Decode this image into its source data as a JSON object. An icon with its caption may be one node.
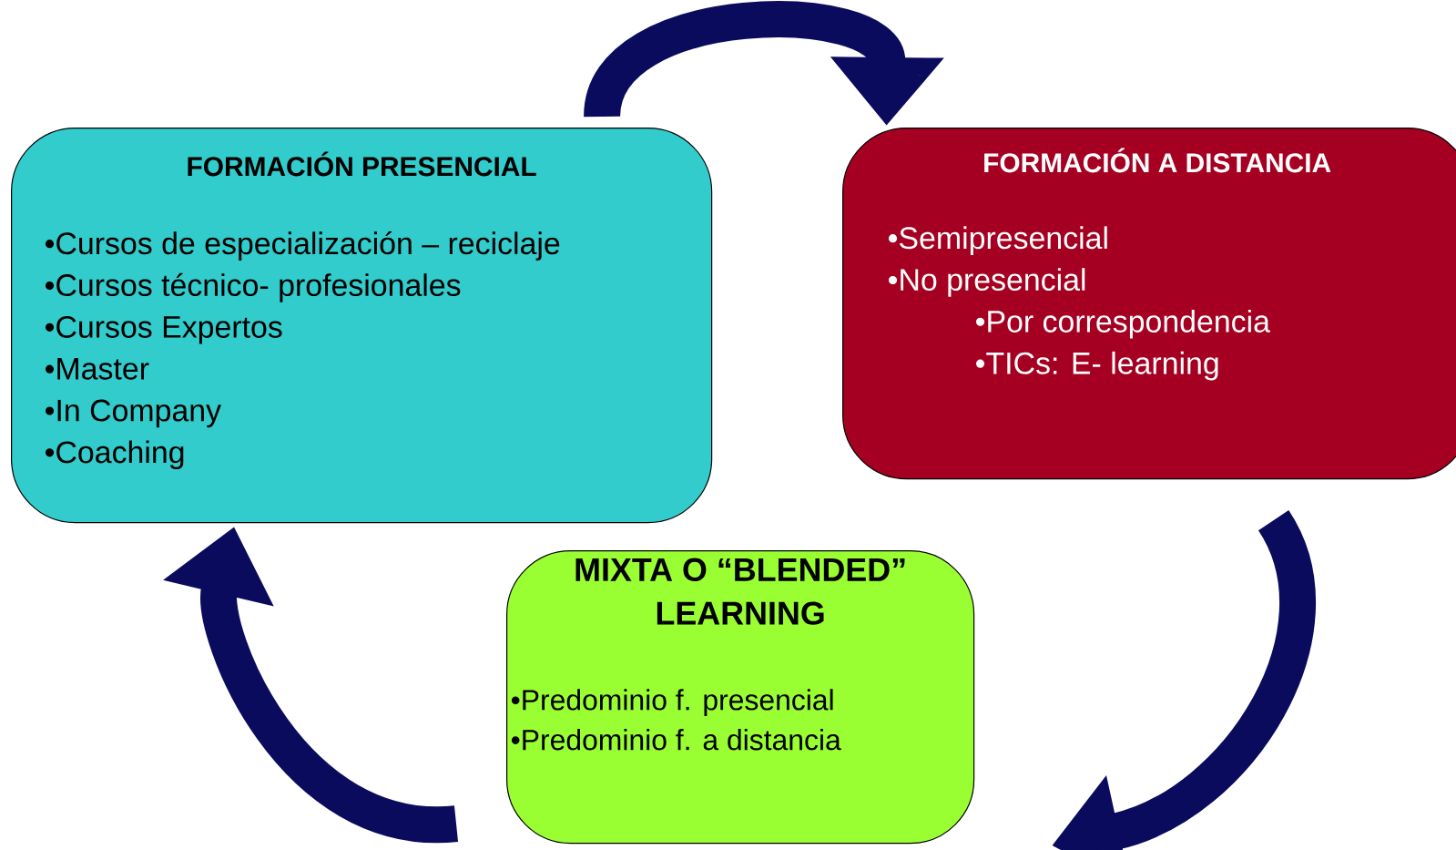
{
  "diagram": {
    "nodes": [
      {
        "text": [
          "FORMACIÓN PRESENCIAL",
          "•Cursos de especialización – reciclaje",
          "•Cursos técnico- profesionales",
          "•Cursos Expertos",
          "•Master",
          "•In Company",
          "•Coaching"
        ]
      },
      {
        "text": [
          "FORMACIÓN A DISTANCIA",
          "•Semipresencial",
          "•No presencial",
          "•Por correspondencia",
          "•TICs: E- learning"
        ]
      },
      {
        "text": [
          "MIXTA O “BLENDED” LEARNING",
          "•Predominio f. presencial",
          "•Predominio f. a distancia"
        ]
      }
    ],
    "edges": [
      {
        "from": 0,
        "to": 1,
        "arrow": "to"
      },
      {
        "from": 1,
        "to": 2,
        "arrow": "to"
      },
      {
        "from": 2,
        "to": 0,
        "arrow": "to"
      }
    ]
  }
}
